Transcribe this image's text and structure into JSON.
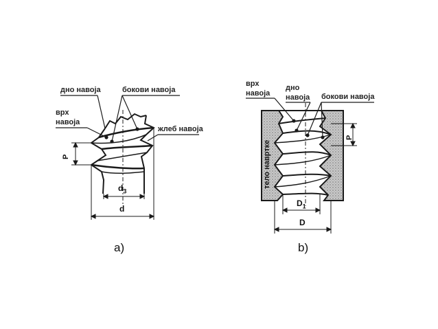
{
  "figure_a": {
    "caption": "a)",
    "label_bottom": "дно навоја",
    "label_flanks": "бокови навоја",
    "label_crest_line1": "врх",
    "label_crest_line2": "навоја",
    "label_groove": "жлеб навоја",
    "dim_pitch": "P",
    "dim_minor_base": "d",
    "dim_minor_sub": "3",
    "dim_major": "d"
  },
  "figure_b": {
    "caption": "b)",
    "label_crest_line1": "врх",
    "label_crest_line2": "навоја",
    "label_bottom_line1": "дно",
    "label_bottom_line2": "навоја",
    "label_flanks": "бокови навоја",
    "label_nut_body": "тело навртке",
    "dim_pitch": "P",
    "dim_minor_base": "D",
    "dim_minor_sub": "1",
    "dim_major": "D"
  },
  "colors": {
    "line": "#1a1a1a",
    "hatch_fill": "#bdbdbd"
  }
}
